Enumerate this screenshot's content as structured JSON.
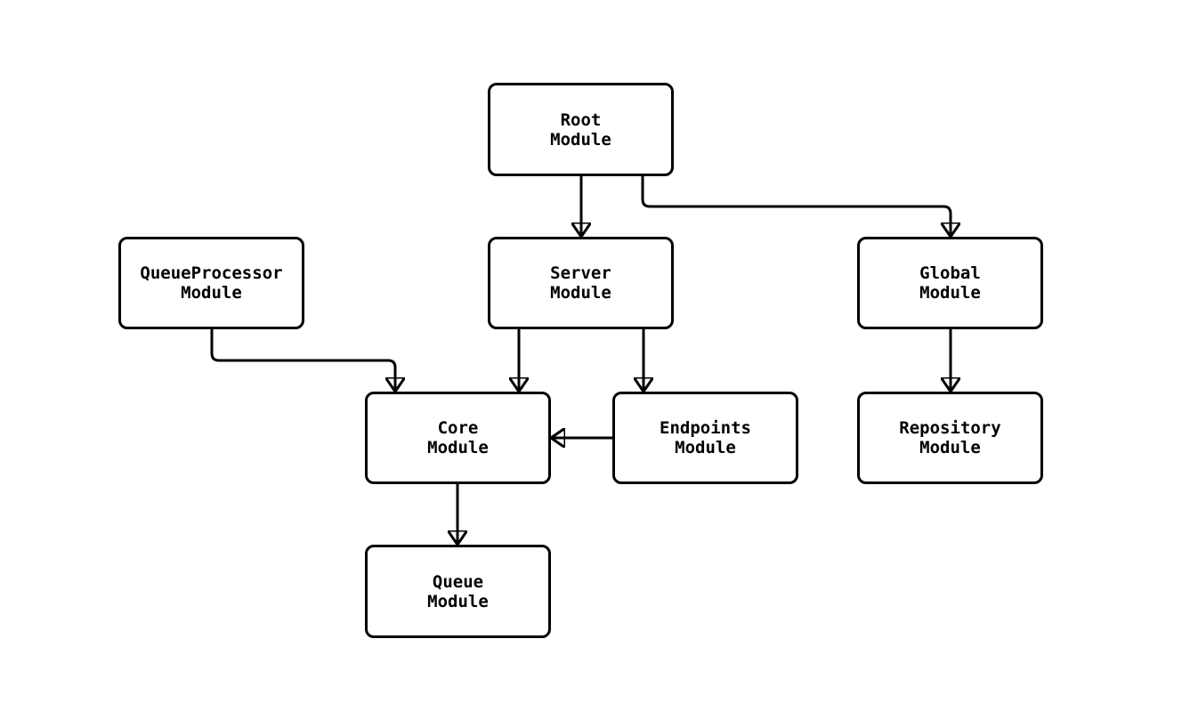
{
  "diagram": {
    "type": "module-dependency-flowchart",
    "background_color": "#ffffff",
    "node_fill_color": "#ffffff",
    "node_border_color": "#000000",
    "edge_color": "#000000",
    "text_color": "#000000",
    "nodes": [
      {
        "id": "root",
        "line1": "Root",
        "line2": "Module"
      },
      {
        "id": "queueProcessor",
        "line1": "QueueProcessor",
        "line2": "Module"
      },
      {
        "id": "server",
        "line1": "Server",
        "line2": "Module"
      },
      {
        "id": "global",
        "line1": "Global",
        "line2": "Module"
      },
      {
        "id": "core",
        "line1": "Core",
        "line2": "Module"
      },
      {
        "id": "endpoints",
        "line1": "Endpoints",
        "line2": "Module"
      },
      {
        "id": "repository",
        "line1": "Repository",
        "line2": "Module"
      },
      {
        "id": "queue",
        "line1": "Queue",
        "line2": "Module"
      }
    ],
    "edges": [
      {
        "from": "root",
        "to": "server"
      },
      {
        "from": "root",
        "to": "global"
      },
      {
        "from": "queueProcessor",
        "to": "core"
      },
      {
        "from": "server",
        "to": "core"
      },
      {
        "from": "server",
        "to": "endpoints"
      },
      {
        "from": "endpoints",
        "to": "core"
      },
      {
        "from": "global",
        "to": "repository"
      },
      {
        "from": "core",
        "to": "queue"
      }
    ]
  }
}
